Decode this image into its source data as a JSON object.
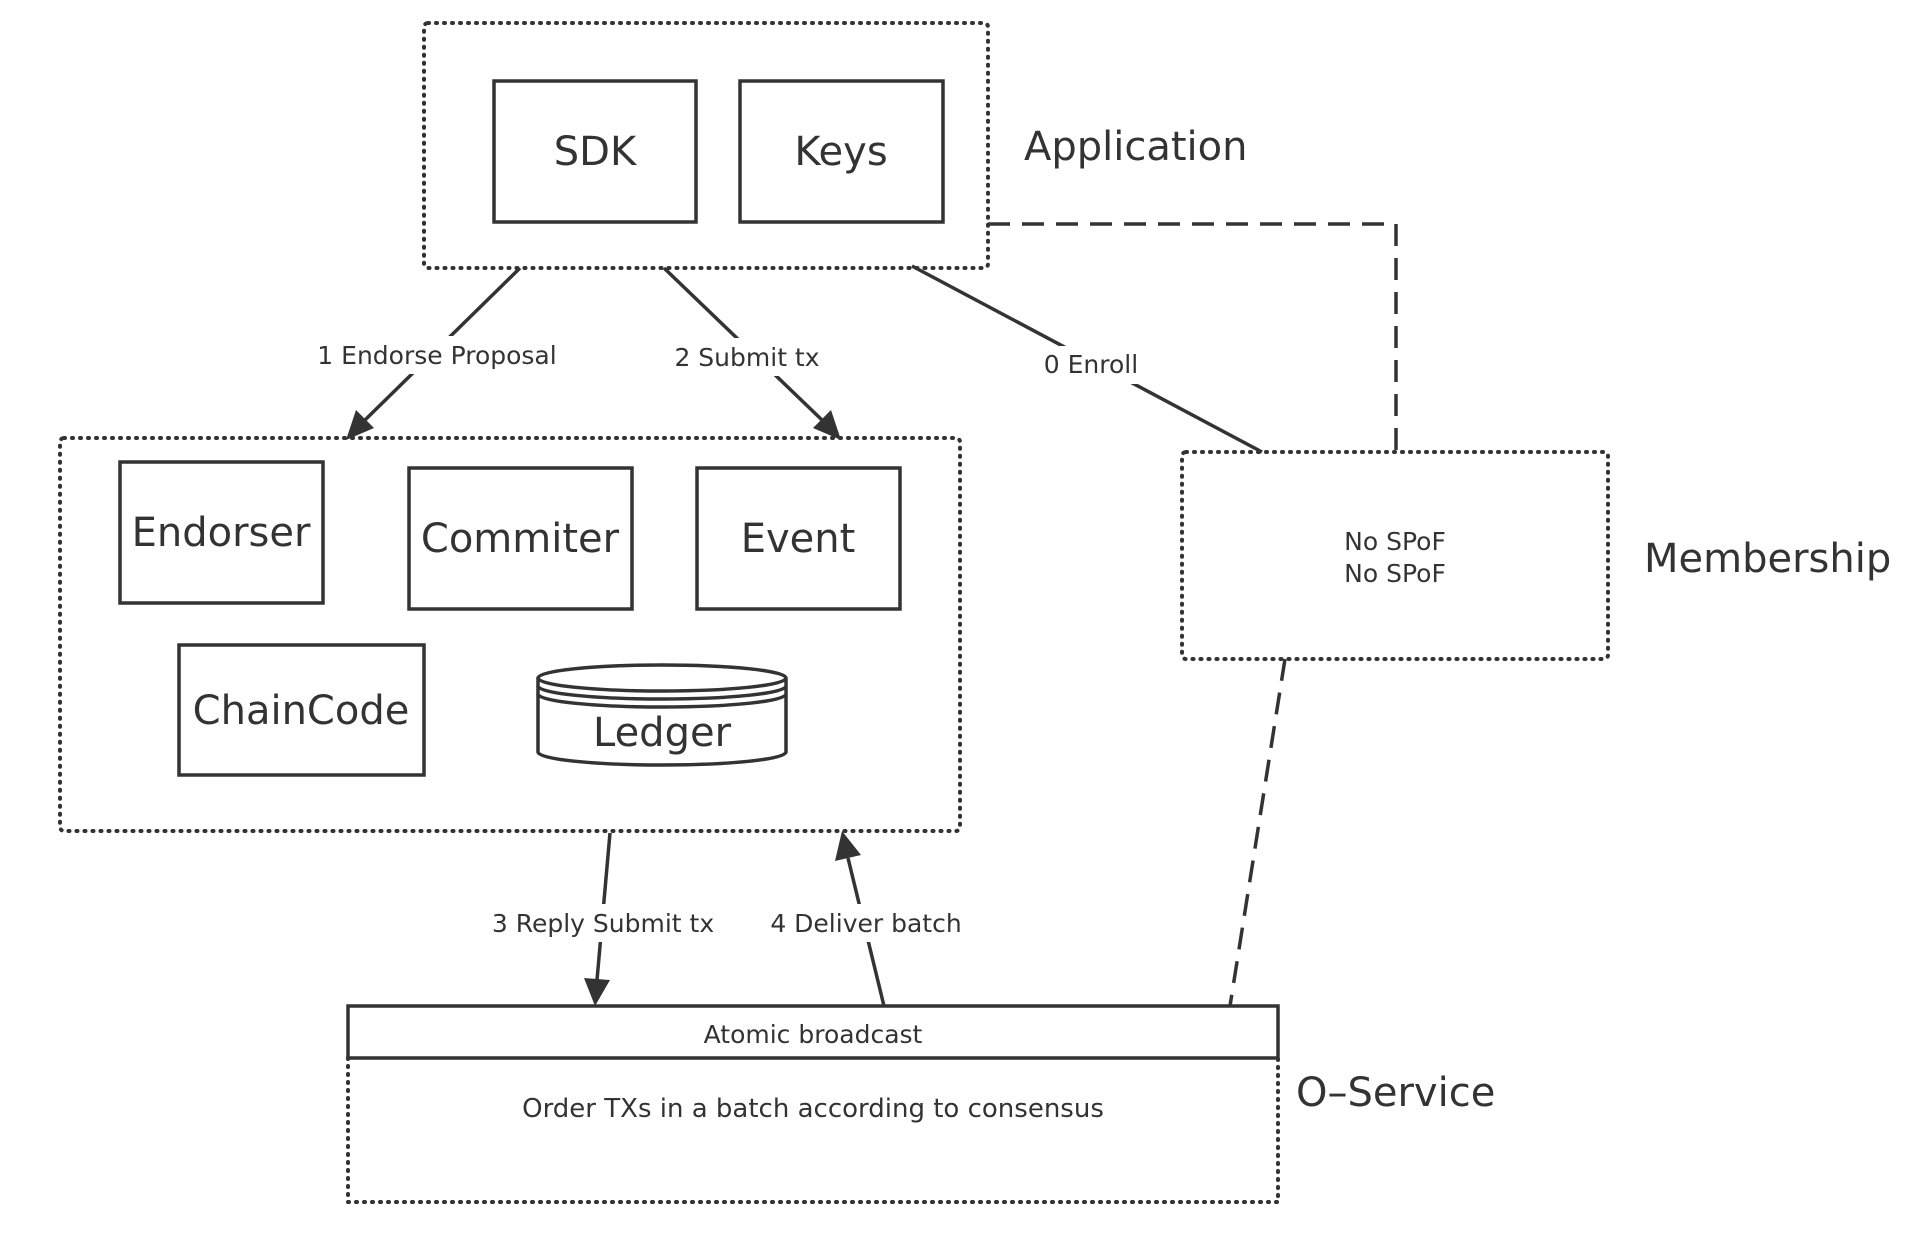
{
  "groups": {
    "application": {
      "label": "Application"
    },
    "peer": {
      "label": ""
    },
    "membership": {
      "label": "Membership",
      "notes": [
        "No SPoF",
        "No SPoF"
      ]
    },
    "oservice": {
      "label": "O–Service",
      "header": "Atomic broadcast",
      "body": "Order TXs in a batch according to consensus"
    }
  },
  "components": {
    "sdk": "SDK",
    "keys": "Keys",
    "endorser": "Endorser",
    "commiter": "Commiter",
    "event": "Event",
    "chaincode": "ChainCode",
    "ledger": "Ledger"
  },
  "edges": {
    "enroll": "0 Enroll",
    "endorse": "1 Endorse Proposal",
    "submit": "2 Submit tx",
    "reply": "3 Reply Submit tx",
    "deliver": "4 Deliver batch"
  },
  "colors": {
    "stroke": "#333333",
    "text": "#333333",
    "background": "#ffffff"
  }
}
